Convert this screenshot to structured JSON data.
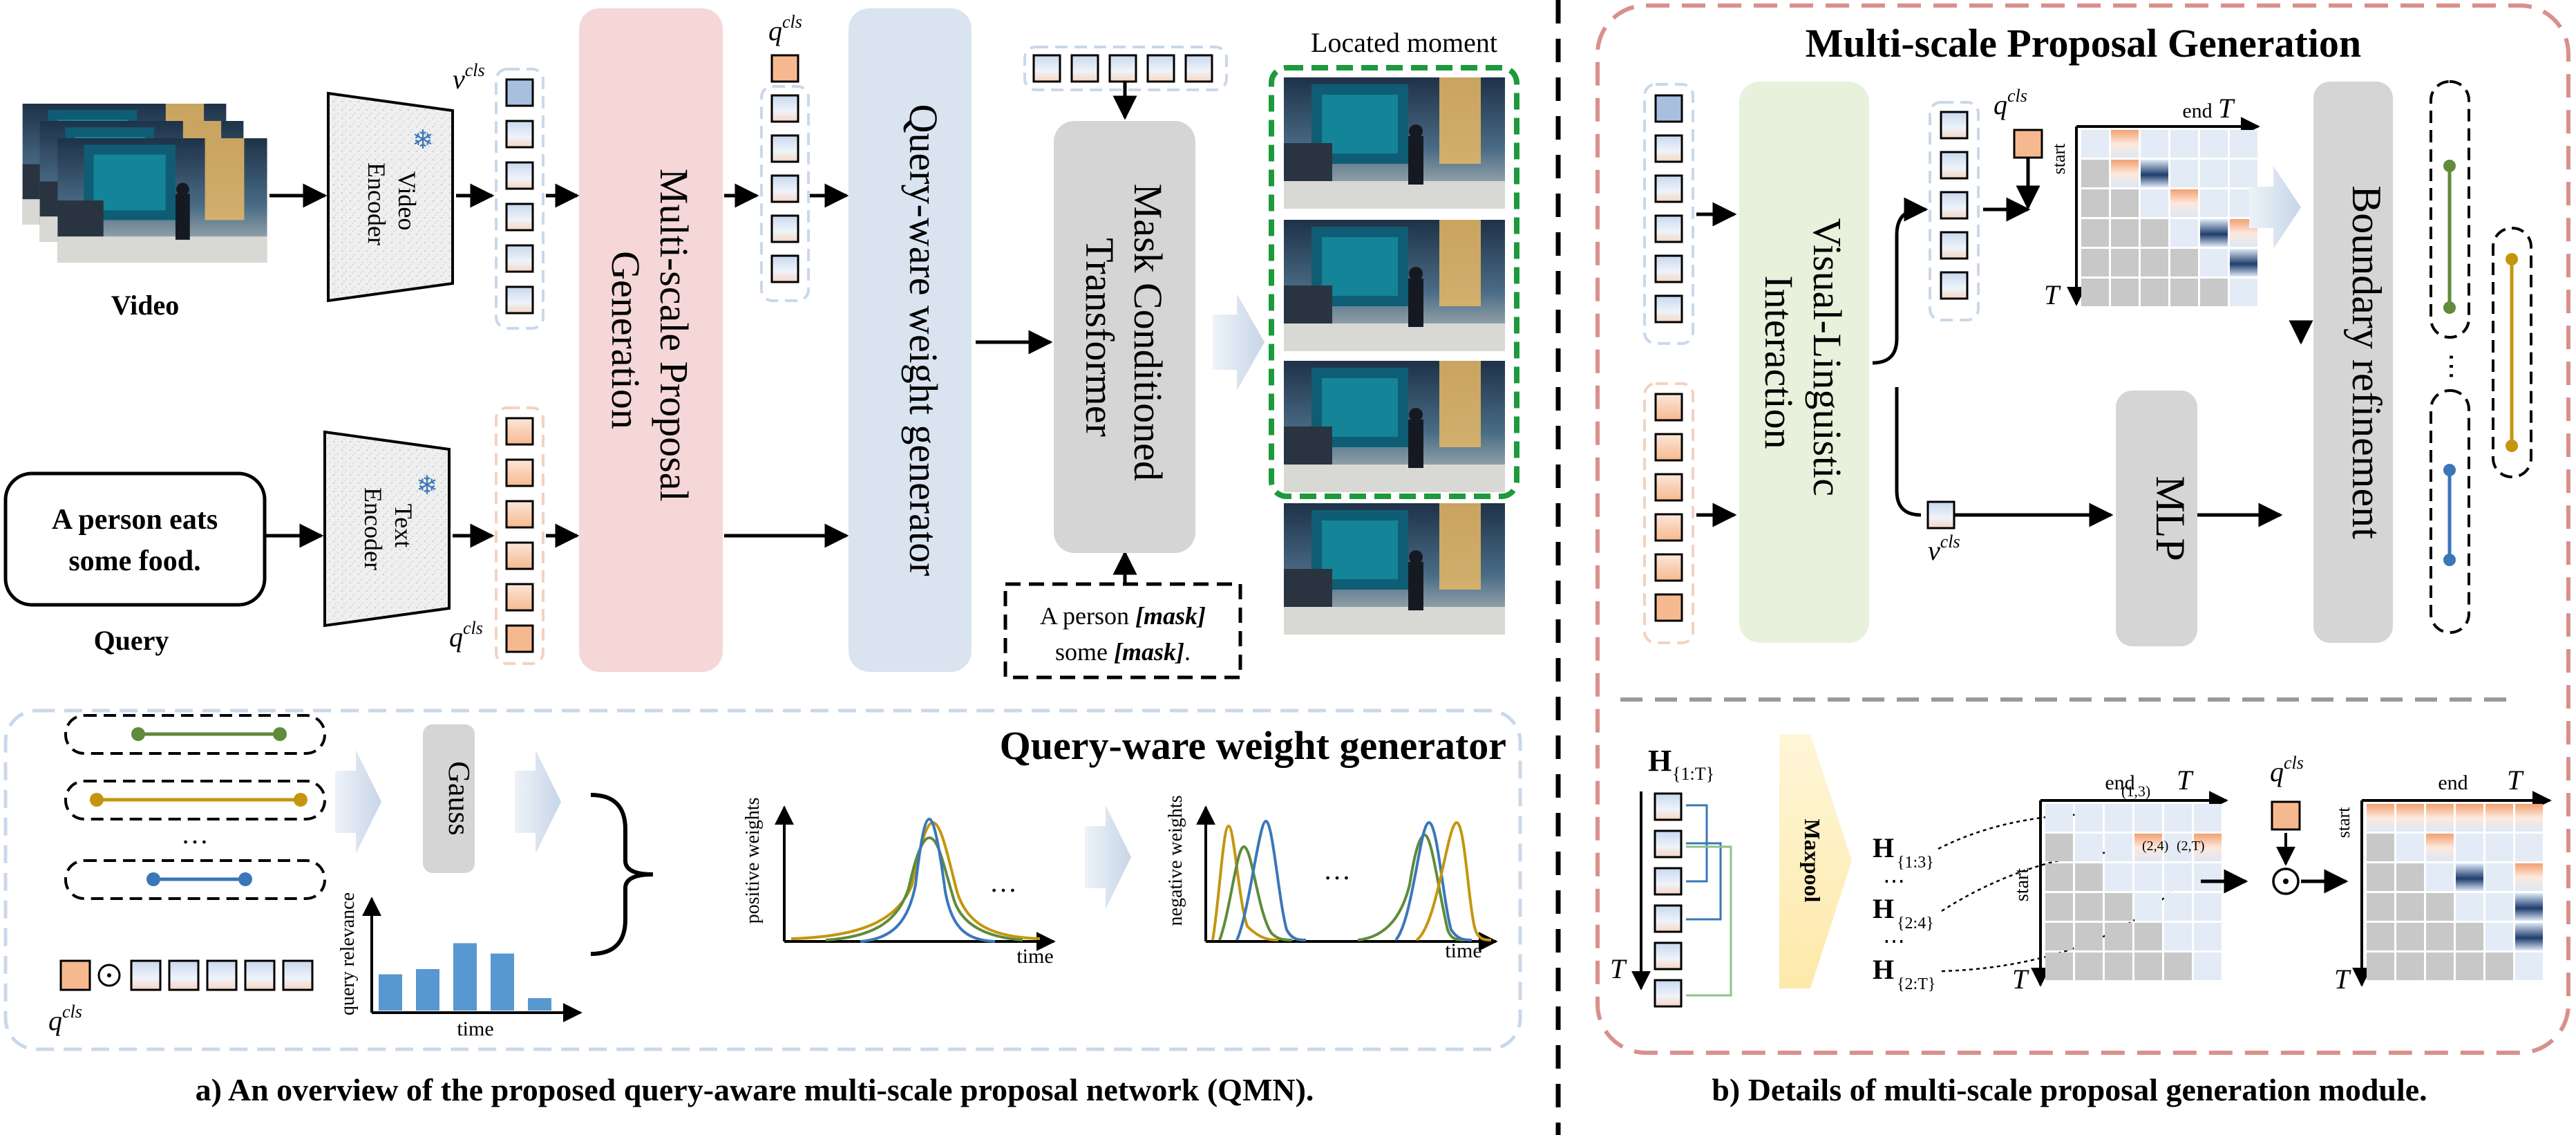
{
  "colors": {
    "pink_block": "#f4d7d6",
    "blue_block": "#d9e4f0",
    "green_block": "#e7f1dc",
    "gray_block": "#d5d5d5",
    "orange_token": "#f6b98f",
    "blue_token": "#a9bfe0",
    "green_line": "#5f8b3a",
    "gold_line": "#c4960f",
    "blue_line": "#3a77b8",
    "panel_b_border": "#d9908c",
    "panel_a_box_border": "#c9d8ea",
    "arrow_big": "#d4dfec"
  },
  "panel_a": {
    "video_label": "Video",
    "video_encoder": [
      "Video",
      "Encoder"
    ],
    "text_encoder": [
      "Text",
      "Encoder"
    ],
    "frozen_icon": "snowflake-icon",
    "query_text": [
      "A person eats",
      "some food."
    ],
    "query_label": "Query",
    "v_cls": "v",
    "q_cls": "q",
    "cls_sup": "cls",
    "mpg_block": [
      "Multi-scale Proposal",
      "Generation"
    ],
    "qwg_block": "Query-ware weight generator",
    "mct_block": [
      "Mask Conditioned",
      "Transformer"
    ],
    "masked_query": [
      "A person ",
      "[mask]",
      "some ",
      "[mask]",
      "."
    ],
    "located_moment": "Located moment",
    "caption": "a) An overview of the proposed query-aware multi-scale proposal network (QMN)."
  },
  "qwg_box": {
    "title": "Query-ware weight generator",
    "gauss": "Gauss",
    "ellipsis": "…",
    "query_relevance_ylabel": "query relevance",
    "time_label": "time",
    "positive_weights": "positive weights",
    "negative_weights": "negative weights",
    "relevance_bars": [
      0.35,
      0.4,
      0.65,
      0.55,
      0.12
    ]
  },
  "panel_b": {
    "title": "Multi-scale Proposal Generation",
    "vli_block": [
      "Visual-Linguistic",
      "Interaction"
    ],
    "mlp_block": "MLP",
    "br_block": "Boundary refinement",
    "start": "start",
    "end": "end",
    "T": "T",
    "maxpool": "Maxpool",
    "H": "H",
    "H_1T": "{1:T}",
    "H_13": "{1:3}",
    "H_24": "{2:4}",
    "H_2T": "{2:T}",
    "cell_13": "(1,3)",
    "cell_24": "(2,4)",
    "cell_2T": "(2,T)",
    "odot": "⊙",
    "dots": "⋯",
    "caption": "b) Details of multi-scale proposal generation module."
  }
}
